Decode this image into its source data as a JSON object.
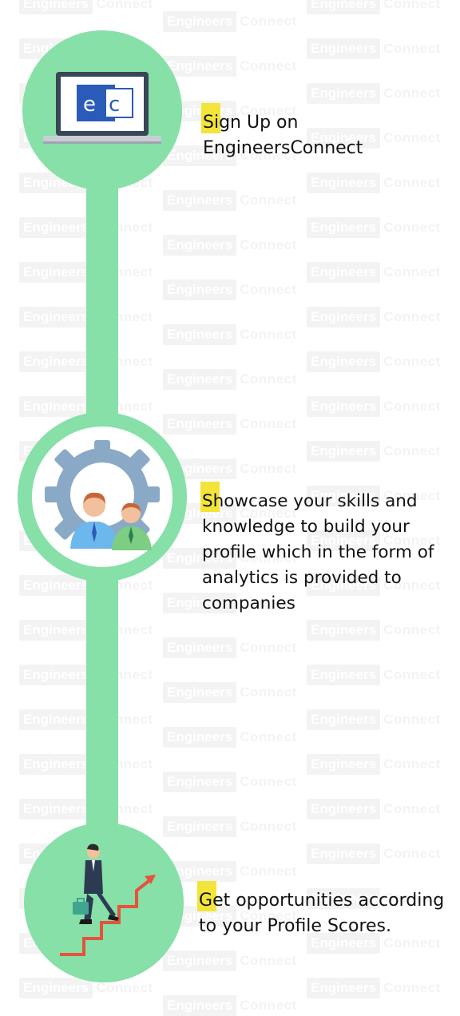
{
  "watermark": {
    "brand_box": "Engineers",
    "brand_text": "Connect"
  },
  "steps": [
    {
      "first_letter": "S",
      "rest": "ign Up on EngineersConnect",
      "icon": "laptop-ec-logo-icon",
      "logo_text": "e c"
    },
    {
      "first_letter": "S",
      "rest": "howcase your skills and knowledge to build your profile which in the form of analytics is provided to companies",
      "icon": "team-gear-icon"
    },
    {
      "first_letter": "G",
      "rest": "et opportunities according to your Profile Scores.",
      "icon": "businessman-climbing-stairs-icon"
    }
  ],
  "colors": {
    "circle": "#86e0a8",
    "highlight": "#f3e43a",
    "logo_blue": "#2b5bb8"
  }
}
